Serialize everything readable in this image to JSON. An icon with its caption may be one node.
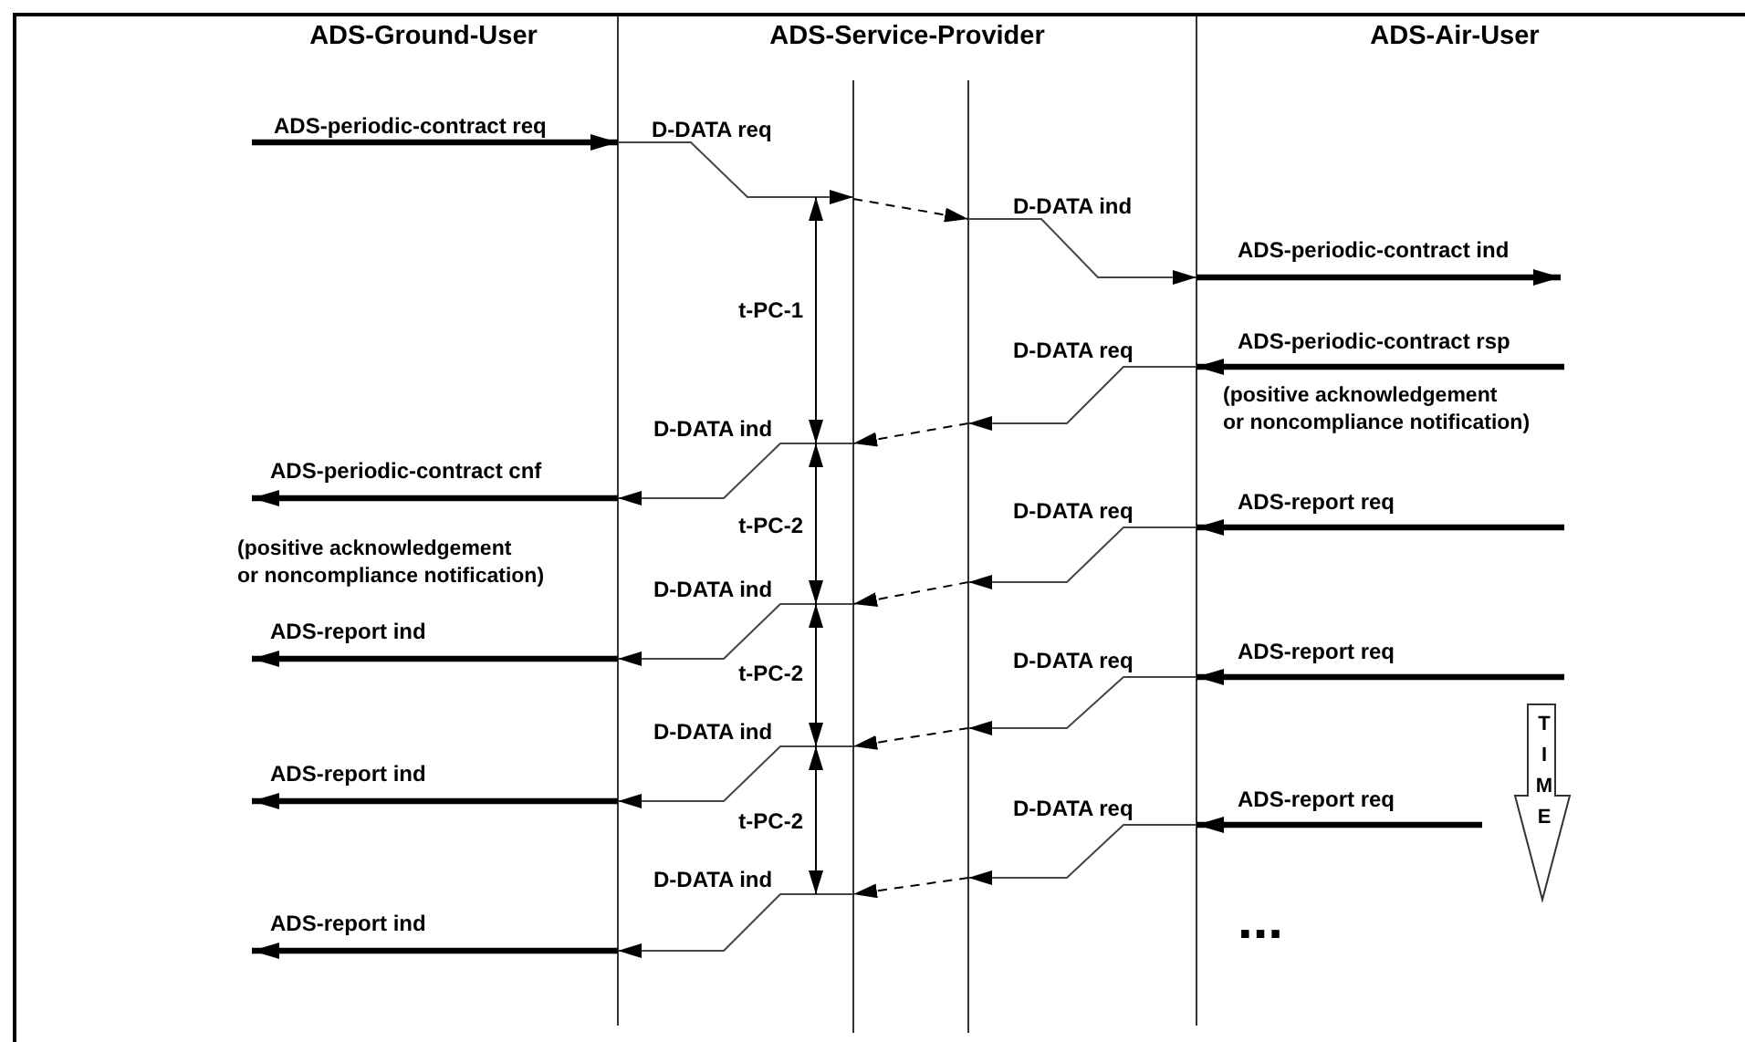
{
  "diagram": {
    "nodes": [
      {
        "text": [],
        "shape": "bar"
      },
      {
        "text": [],
        "shape": "bar"
      },
      {
        "text": [],
        "shape": "bar"
      },
      {
        "text": [],
        "shape": "bar"
      }
    ],
    "edges": [
      {
        "from": null,
        "to": 0,
        "arrow": "to",
        "label": "ADS-periodic-contract req",
        "style": "thick"
      },
      {
        "from": 0,
        "to": 1,
        "arrow": "to",
        "label": "D-DATA req"
      },
      {
        "from": 1,
        "to": 2,
        "arrow": "to",
        "style": "dashed"
      },
      {
        "from": 2,
        "to": 3,
        "arrow": "to",
        "label": "D-DATA ind"
      },
      {
        "from": 3,
        "to": null,
        "arrow": "to",
        "label": "ADS-periodic-contract ind",
        "style": "thick"
      },
      {
        "from": null,
        "to": 3,
        "arrow": "to",
        "label": "ADS-periodic-contract rsp",
        "style": "thick"
      },
      {
        "from": 3,
        "to": 2,
        "arrow": "to",
        "label": "D-DATA req"
      },
      {
        "from": 2,
        "to": 1,
        "arrow": "to",
        "style": "dashed"
      },
      {
        "from": 1,
        "to": 0,
        "arrow": "to",
        "label": "D-DATA ind"
      },
      {
        "from": 0,
        "to": null,
        "arrow": "to",
        "label": "ADS-periodic-contract cnf",
        "style": "thick"
      },
      {
        "from": null,
        "to": 3,
        "arrow": "to",
        "label": "ADS-report req",
        "style": "thick"
      },
      {
        "from": 3,
        "to": 2,
        "arrow": "to",
        "label": "D-DATA req"
      },
      {
        "from": 2,
        "to": 1,
        "arrow": "to",
        "style": "dashed"
      },
      {
        "from": 1,
        "to": 0,
        "arrow": "to",
        "label": "D-DATA ind"
      },
      {
        "from": 0,
        "to": null,
        "arrow": "to",
        "label": "ADS-report ind",
        "style": "thick"
      },
      {
        "from": null,
        "to": 3,
        "arrow": "to",
        "label": "ADS-report req",
        "style": "thick"
      },
      {
        "from": 3,
        "to": 2,
        "arrow": "to",
        "label": "D-DATA req"
      },
      {
        "from": 2,
        "to": 1,
        "arrow": "to",
        "style": "dashed"
      },
      {
        "from": 1,
        "to": 0,
        "arrow": "to",
        "label": "D-DATA ind"
      },
      {
        "from": 0,
        "to": null,
        "arrow": "to",
        "label": "ADS-report ind",
        "style": "thick"
      },
      {
        "from": null,
        "to": 3,
        "arrow": "to",
        "label": "ADS-report req",
        "style": "thick"
      },
      {
        "from": 3,
        "to": 2,
        "arrow": "to",
        "label": "D-DATA req"
      },
      {
        "from": 2,
        "to": 1,
        "arrow": "to",
        "style": "dashed"
      },
      {
        "from": 1,
        "to": 0,
        "arrow": "to",
        "label": "D-DATA ind"
      },
      {
        "from": 0,
        "to": null,
        "arrow": "to",
        "label": "ADS-report ind",
        "style": "thick"
      }
    ],
    "labels": [
      "ADS-Ground-User",
      "ADS-Service-Provider",
      "ADS-Air-User",
      "t-PC-1",
      "(positive acknowledgement or noncompliance notification)",
      "(positive acknowledgement or noncompliance notification)",
      "t-PC-2",
      "t-PC-2",
      "t-PC-2",
      "TIME",
      "..."
    ]
  }
}
